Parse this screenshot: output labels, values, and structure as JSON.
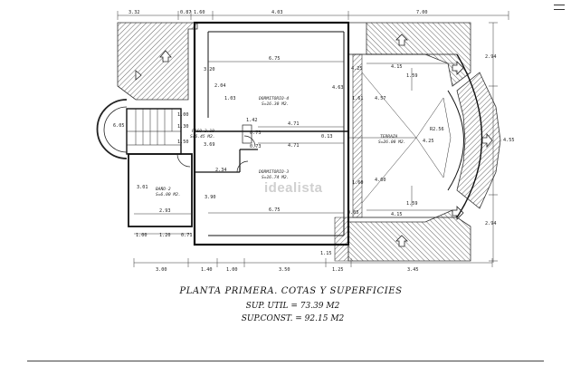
{
  "plan": {
    "dims_top": [
      "3.32",
      "0.87",
      "1.60",
      "4.03",
      "7.00"
    ],
    "dims_bottom": [
      "3.00",
      "1.40",
      "1.00",
      "3.50",
      "1.25",
      "3.45"
    ],
    "dims_right": [
      "2.94",
      "4.55",
      "2.94"
    ],
    "dims_inner": [
      "3.20",
      "6.75",
      "2.04",
      "1.03",
      "6.05",
      "1.00",
      "1.30",
      "1.50",
      "1.42",
      "4.71",
      "4.71",
      "0.73",
      "0.73",
      "3.69",
      "2.34",
      "0.13",
      "3.01",
      "2.93",
      "3.90",
      "6.75",
      "0.05",
      "1.00",
      "1.20",
      "0.71",
      "1.15",
      "4.63",
      "1.61",
      "1.59",
      "4.57",
      "4.25",
      "4.60",
      "1.59",
      "4.15",
      "4.15",
      "R2.56",
      "4.25",
      "1.60"
    ],
    "rooms": {
      "dormitorio4_name": "DORMITORIO-4",
      "dormitorio4_area": "S=16.30 M2.",
      "paso_name": "PASO 2.10",
      "paso_area": "S=6.45 M2.",
      "dormitorio3_name": "DORMITORIO-3",
      "dormitorio3_area": "S=16.74 M2.",
      "bano_name": "BAÑO-2",
      "bano_area": "S=6.00 M2.",
      "terraza_name": "TERRAZA",
      "terraza_area": "S=26.00 M2."
    },
    "watermark": "idealista"
  },
  "caption": {
    "title": "PLANTA PRIMERA. COTAS Y SUPERFICIES",
    "sup_util": "SUP. UTIL = 73.39 M2",
    "sup_const": "SUP.CONST. = 92.15 M2"
  }
}
